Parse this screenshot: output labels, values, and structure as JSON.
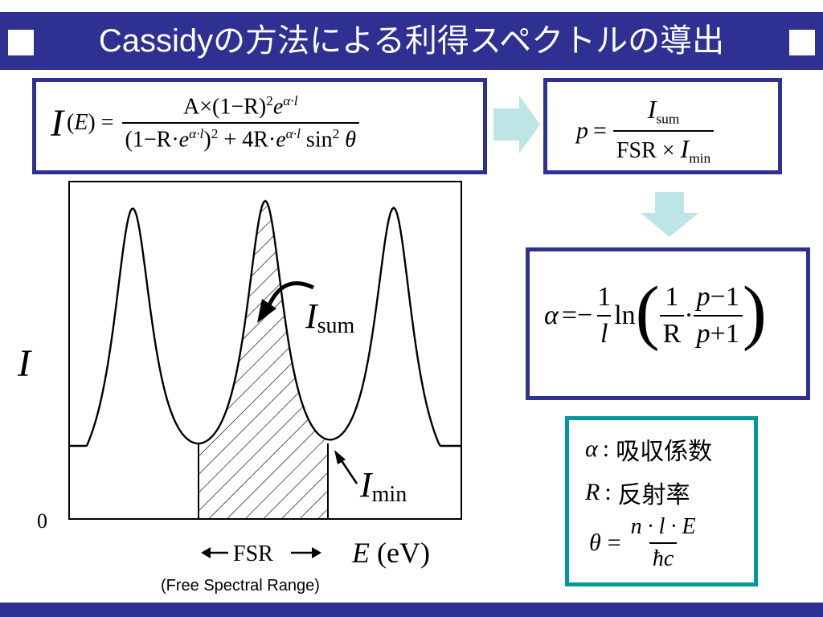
{
  "title": "Cassidyの方法による利得スペクトルの導出",
  "formula_intensity": {
    "lhs": "I(E) =",
    "numerator": "A×(1−R)²e^(α·l)",
    "denominator": "(1−R·e^(α·l))² + 4R·e^(α·l) sin²θ"
  },
  "formula_p": {
    "lhs": "p =",
    "numerator": "I_sum",
    "denominator": "FSR × I_min"
  },
  "formula_alpha": {
    "expression": "α = −(1/l) ln( (1/R) · (p−1)/(p+1) )"
  },
  "legend": {
    "alpha_symbol": "α",
    "alpha_text": "吸収係数",
    "r_symbol": "R",
    "r_text": "反射率",
    "theta_lhs": "θ =",
    "theta_numerator": "n · l · E",
    "theta_denominator": "ħc"
  },
  "plot": {
    "y_axis_label": "I",
    "y_zero_label": "0",
    "x_axis_label": "E (eV)",
    "fsr_label": "FSR",
    "isum_label": "I_sum",
    "imin_label": "I_min",
    "free_spectral_range": "(Free Spectral Range)"
  },
  "colors": {
    "title_bar": "#2e3192",
    "box_border": "#2e3192",
    "legend_border": "#00999a",
    "arrow": "#bde5e6"
  }
}
